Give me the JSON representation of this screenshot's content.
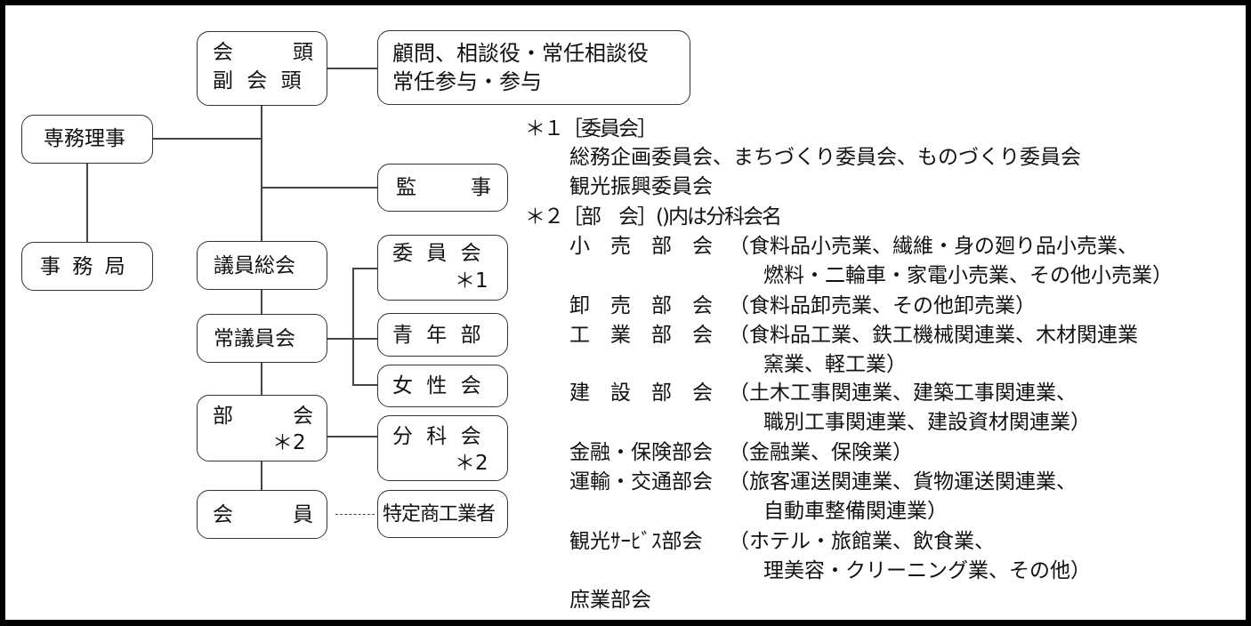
{
  "boxes": {
    "chairman": {
      "line1_left": "会",
      "line1_right": "頭",
      "line2": "副 会 頭"
    },
    "advisors": {
      "line1": "顧問、相談役・常任相談役",
      "line2": "常任参与・参与"
    },
    "managing_director": {
      "label": "専務理事"
    },
    "auditor": {
      "left": "監",
      "right": "事"
    },
    "secretariat": {
      "label": "事 務 局"
    },
    "general_assembly": {
      "label": "議員総会"
    },
    "committees": {
      "label": "委 員 会",
      "note": "＊1"
    },
    "standing_council": {
      "label": "常議員会"
    },
    "youth_division": {
      "label": "青 年 部"
    },
    "womens_association": {
      "label": "女 性 会"
    },
    "divisions": {
      "left": "部",
      "right": "会",
      "note": "＊2"
    },
    "subcommittees": {
      "label": "分 科 会",
      "note": "＊2"
    },
    "members": {
      "left": "会",
      "right": "員"
    },
    "specified_businesses": {
      "label": "特定商工業者"
    }
  },
  "notes": {
    "note1": {
      "heading": "＊１［委員会］",
      "lines": [
        "総務企画委員会、まちづくり委員会、ものづくり委員会",
        "観光振興委員会"
      ]
    },
    "note2": {
      "heading": "＊２［部　会］()内は分科会名",
      "divisions": [
        {
          "name": "小　売　部　会",
          "lines": [
            "（食料品小売業、繊維・身の廻り品小売業、",
            "燃料・二輪車・家電小売業、その他小売業）"
          ]
        },
        {
          "name": "卸　売　部　会",
          "lines": [
            "（食料品卸売業、その他卸売業）"
          ]
        },
        {
          "name": "工　業　部　会",
          "lines": [
            "（食料品工業、鉄工機械関連業、木材関連業",
            "窯業、軽工業）"
          ]
        },
        {
          "name": "建　設　部　会",
          "lines": [
            "（土木工事関連業、建築工事関連業、",
            "職別工事関連業、建設資材関連業）"
          ]
        },
        {
          "name": "金融・保険部会",
          "lines": [
            "（金融業、保険業）"
          ]
        },
        {
          "name": "運輸・交通部会",
          "lines": [
            "（旅客運送関連業、貨物運送関連業、",
            "自動車整備関連業）"
          ]
        },
        {
          "name": "観光ｻｰﾋﾞｽ部会",
          "lines": [
            "（ホテル・旅館業、飲食業、",
            "理美容・クリーニング業、その他）"
          ]
        },
        {
          "name": "庶業部会",
          "lines": []
        }
      ]
    }
  }
}
